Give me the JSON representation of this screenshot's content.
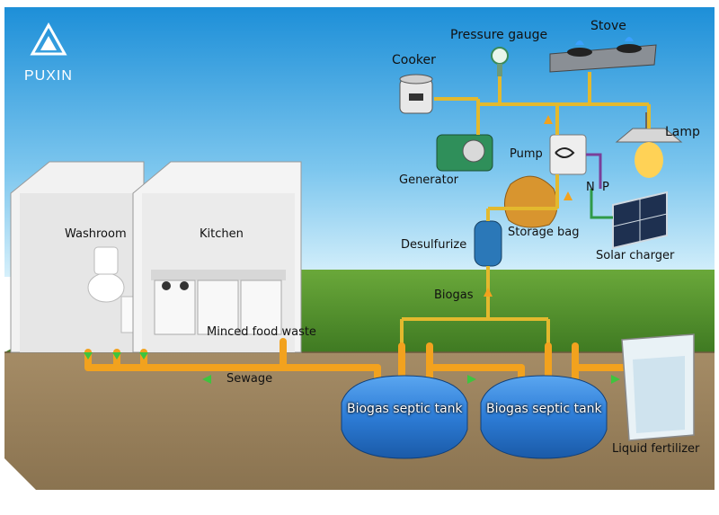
{
  "brand": {
    "name": "PUXIN",
    "logo": "puxin-triangle-logo"
  },
  "labels": {
    "stove": "Stove",
    "pressure_gauge": "Pressure gauge",
    "cooker": "Cooker",
    "lamp": "Lamp",
    "generator": "Generator",
    "pump": "Pump",
    "n": "N",
    "p": "P",
    "storage_bag": "Storage bag",
    "desulfurize": "Desulfurize",
    "solar_charger": "Solar charger",
    "biogas": "Biogas",
    "washroom": "Washroom",
    "kitchen": "Kitchen",
    "minced_food_waste": "Minced food waste",
    "sewage": "Sewage",
    "tank_1": "Biogas septic tank",
    "tank_2": "Biogas septic tank",
    "liquid_fertilizer": "Liquid fertilizer"
  },
  "colors": {
    "sky_top": "#1d8fd8",
    "sky_bottom": "#bfe6f8",
    "grass": "#4f8f2a",
    "soil": "#9c8460",
    "pipe": "#f2a21e",
    "tank": "#2f7fd6",
    "flow_arrow": "#3ec43e"
  }
}
